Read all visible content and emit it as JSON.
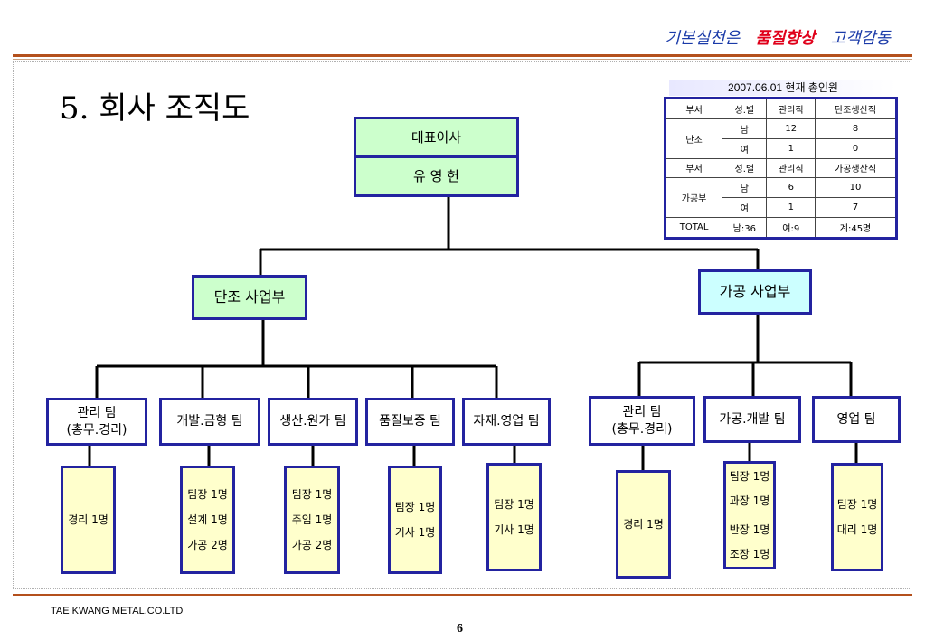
{
  "header": {
    "slogan_part1": "기본실천은",
    "slogan_highlight": "품질향상",
    "slogan_part3": "고객감동"
  },
  "title": "5. 회사 조직도",
  "ceo": {
    "role": "대표이사",
    "name": "유 영 헌"
  },
  "divisions": {
    "forging": "단조 사업부",
    "processing": "가공 사업부"
  },
  "forging_teams": [
    {
      "label": "관리 팀\n(총무.경리)",
      "staff": [
        "경리  1명"
      ]
    },
    {
      "label": "개발.금형 팀",
      "staff": [
        "팀장 1명",
        "설계 1명",
        "가공 2명"
      ]
    },
    {
      "label": "생산.원가 팀",
      "staff": [
        "팀장 1명",
        "주임 1명",
        "가공 2명"
      ]
    },
    {
      "label": "품질보증 팀",
      "staff": [
        "팀장 1명",
        "기사 1명"
      ]
    },
    {
      "label": "자재.영업 팀",
      "staff": [
        "팀장 1명",
        "기사 1명"
      ]
    }
  ],
  "processing_teams": [
    {
      "label": "관리 팀\n(총무.경리)",
      "staff": [
        "경리  1명"
      ]
    },
    {
      "label": "가공.개발 팀",
      "staff": [
        "팀장 1명",
        "과장 1명",
        "반장 1명",
        "조장 1명"
      ]
    },
    {
      "label": "영업 팀",
      "staff": [
        "팀장 1명",
        "대리 1명"
      ]
    }
  ],
  "headcount_table": {
    "caption": "2007.06.01 현재 총인원",
    "rows": [
      [
        "부서",
        "성.별",
        "관리직",
        "단조생산직"
      ],
      [
        "단조",
        "남",
        "12",
        "8"
      ],
      [
        "",
        "여",
        "1",
        "0"
      ],
      [
        "부서",
        "성.별",
        "관리직",
        "가공생산직"
      ],
      [
        "가공부",
        "남",
        "6",
        "10"
      ],
      [
        "",
        "여",
        "1",
        "7"
      ],
      [
        "TOTAL",
        "남:36",
        "여:9",
        "계:45명"
      ]
    ]
  },
  "footer": {
    "company": "TAE KWANG  METAL.CO.LTD",
    "page": "6"
  },
  "colors": {
    "accent_rule": "#b4501c",
    "box_border": "#2323a0",
    "division_green": "#ccffcc",
    "division_cyan": "#ccffff",
    "staff_yellow": "#ffffcc"
  }
}
